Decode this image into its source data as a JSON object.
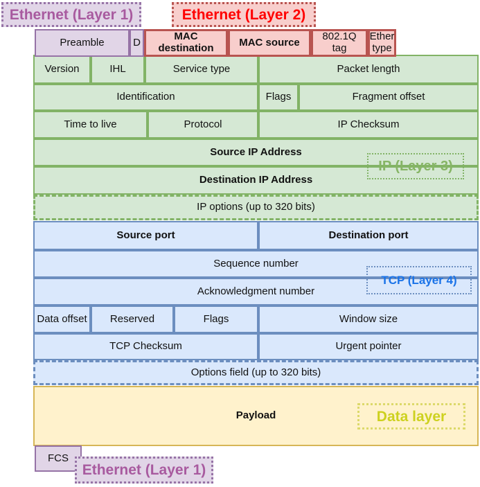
{
  "diagram": {
    "labels": {
      "ethernet_layer1_top": "Ethernet (Layer 1)",
      "ethernet_layer2": "Ethernet (Layer 2)",
      "ip_layer3": "IP (Layer 3)",
      "tcp_layer4": "TCP (Layer 4)",
      "data_layer": "Data layer",
      "ethernet_layer1_bottom": "Ethernet (Layer 1)"
    },
    "ethernet_header": {
      "preamble": "Preamble",
      "d": "D",
      "mac_destination": "MAC destination",
      "mac_source": "MAC source",
      "dot1q_tag": "802.1Q tag",
      "ether_type": "Ether type"
    },
    "ip": {
      "version": "Version",
      "ihl": "IHL",
      "service_type": "Service type",
      "packet_length": "Packet length",
      "identification": "Identification",
      "flags": "Flags",
      "fragment_offset": "Fragment offset",
      "time_to_live": "Time to live",
      "protocol": "Protocol",
      "checksum": "IP Checksum",
      "source_address": "Source IP Address",
      "destination_address": "Destination IP Address",
      "options": "IP options (up to 320 bits)"
    },
    "tcp": {
      "source_port": "Source port",
      "destination_port": "Destination port",
      "sequence_number": "Sequence number",
      "ack_number": "Acknowledgment number",
      "data_offset": "Data offset",
      "reserved": "Reserved",
      "flags": "Flags",
      "window_size": "Window size",
      "checksum": "TCP Checksum",
      "urgent_pointer": "Urgent pointer",
      "options": "Options field (up to 320 bits)"
    },
    "payload": "Payload",
    "fcs": "FCS"
  },
  "colors": {
    "purple_fill": "#e1d5e7",
    "purple_stroke": "#9673a6",
    "red_fill": "#f8cecc",
    "red_stroke": "#b85450",
    "green_fill": "#d5e8d4",
    "green_stroke": "#82b366",
    "blue_fill": "#dae8fc",
    "blue_stroke": "#6c8ebf",
    "yellow_fill": "#fff2cc",
    "yellow_stroke": "#d6b656",
    "label_purple_text": "#a85a9f",
    "label_red_text": "#ff0000",
    "label_green_text": "#86b565",
    "label_blue_text": "#1a73e8",
    "label_yellow_text": "#cdd11f",
    "label_yellow_stroke": "#dcd96a"
  }
}
